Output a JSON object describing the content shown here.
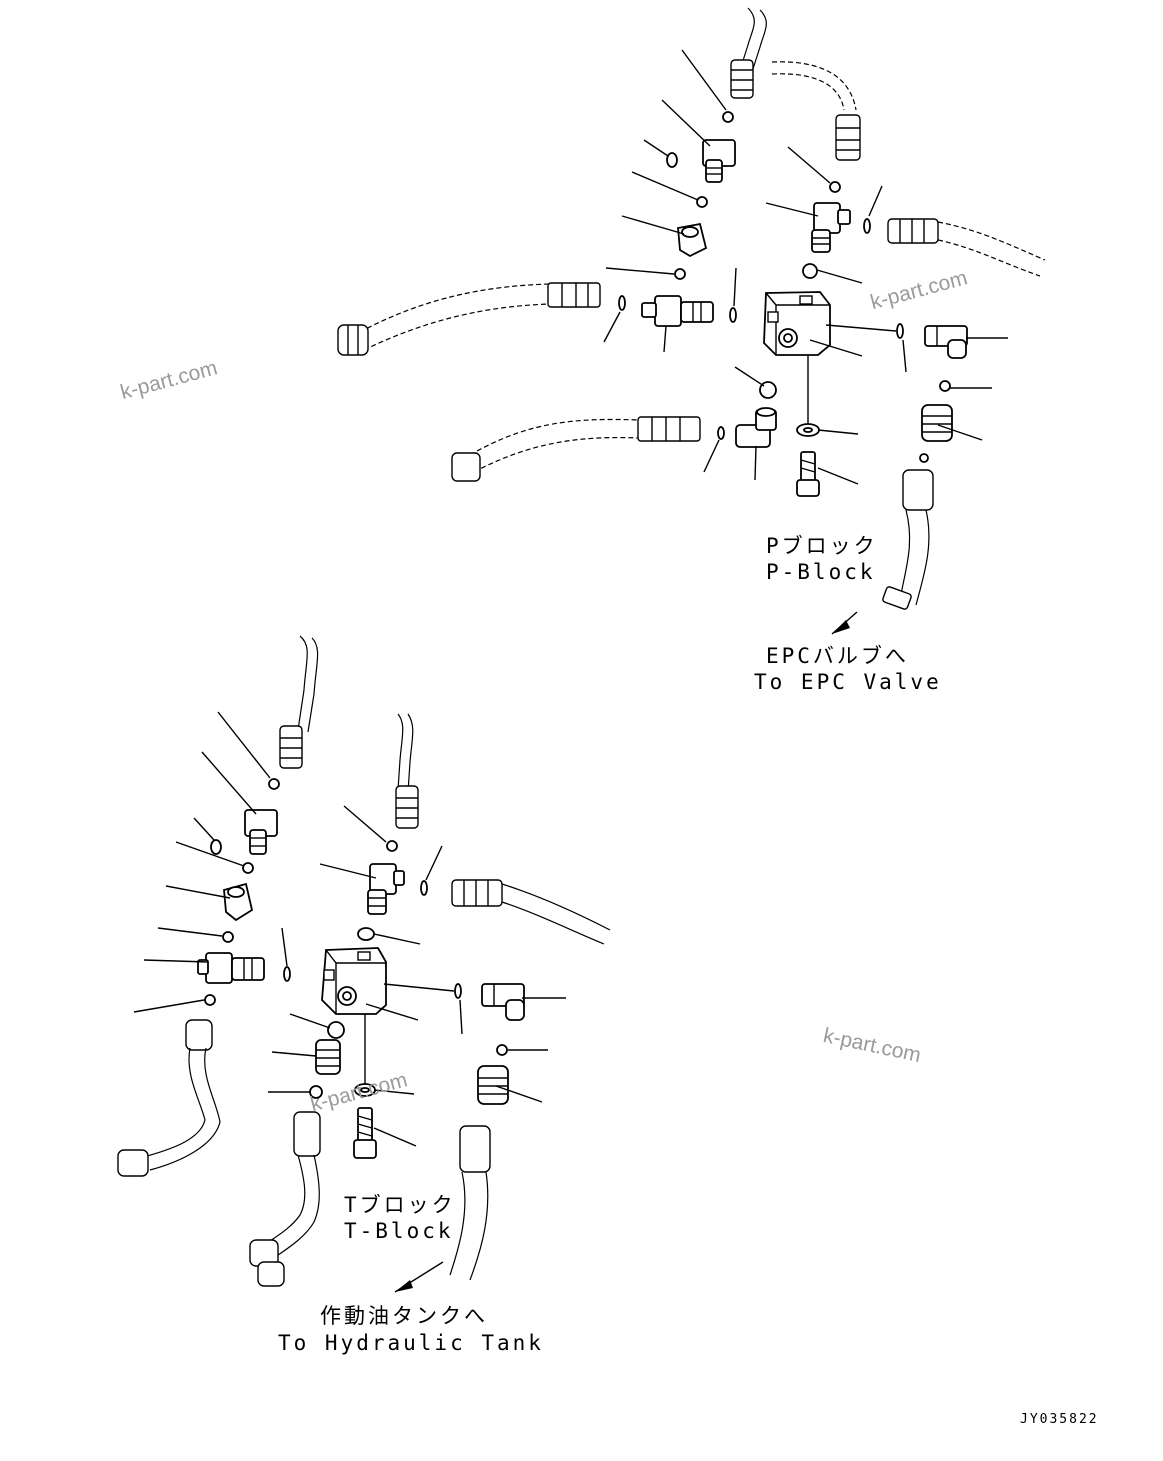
{
  "labels": {
    "p_block_jp": "Pブロック",
    "p_block_en": "P-Block",
    "epc_jp": "EPCバルブへ",
    "epc_en": "To EPC Valve",
    "t_block_jp": "Tブロック",
    "t_block_en": "T-Block",
    "tank_jp": "作動油タンクへ",
    "tank_en": "To Hydraulic Tank"
  },
  "watermark": "k-part.com",
  "drawing_code": "JY035822"
}
